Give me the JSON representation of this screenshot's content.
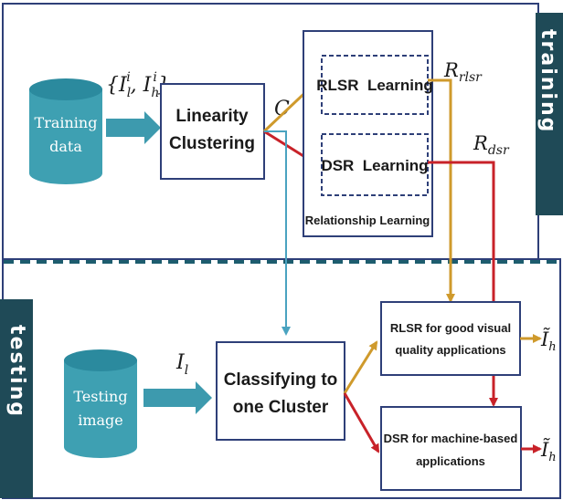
{
  "colors": {
    "frame": "#2e3f78",
    "side_panel": "#1f4a57",
    "cylinder": "#3ea0b2",
    "cylinder_dark": "#2b8a9e",
    "thick_arrow": "#3d9aae",
    "orange_arrow": "#cf9a2c",
    "red_arrow": "#c82229",
    "teal_line": "#4aa3c0",
    "divider": "#1d5d6e"
  },
  "sections": {
    "training": "training",
    "testing": "testing"
  },
  "nodes": {
    "training_data": {
      "line1": "Training",
      "line2": "data"
    },
    "training_input": "{I_l^i, I_h^i}",
    "linearity_clustering": {
      "line1": "Linearity",
      "line2": "Clustering"
    },
    "c_symbol": "C",
    "rlsr_learning": "RLSR  Learning",
    "dsr_learning": "DSR  Learning",
    "relationship_learning": "Relationship Learning",
    "r_rlsr": "R_rlsr",
    "r_dsr": "R_dsr",
    "testing_image": {
      "line1": "Testing",
      "line2": "image"
    },
    "testing_input": "I_l",
    "classifying": {
      "line1": "Classifying to",
      "line2": "one Cluster"
    },
    "rlsr_app": {
      "line1": "RLSR for good visual",
      "line2": "quality applications"
    },
    "dsr_app": {
      "line1": "DSR for machine-based",
      "line2": "applications"
    },
    "output_1": "Ĩ_h",
    "output_2": "Ĩ_h"
  }
}
